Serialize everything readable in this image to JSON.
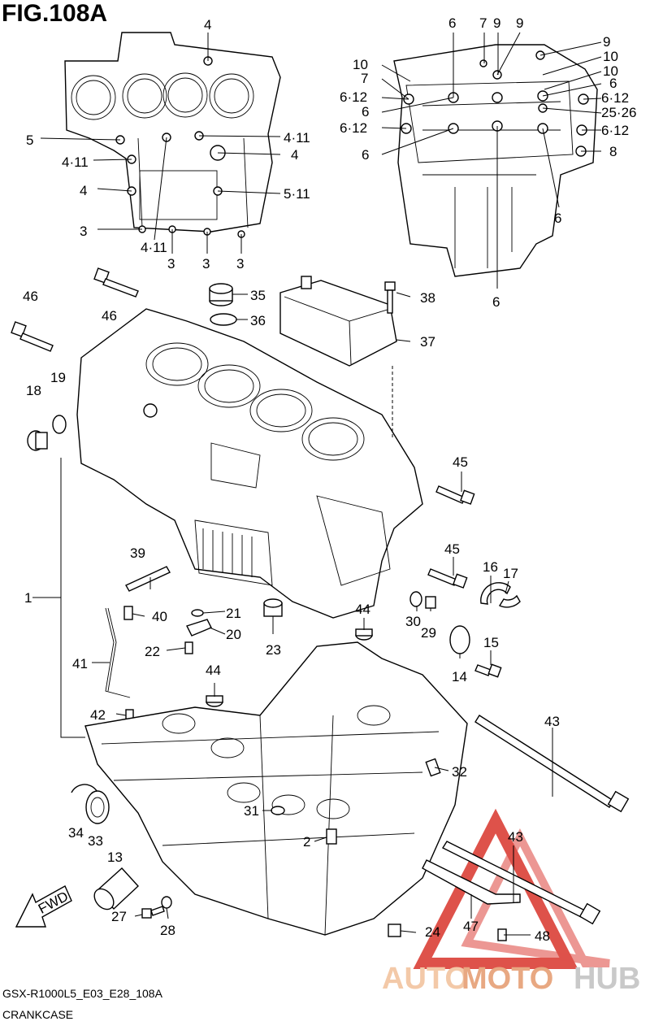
{
  "figure": {
    "title": "FIG.108A",
    "code": "GSX-R1000L5_E03_E28_108A",
    "caption": "CRANKCASE"
  },
  "watermark": {
    "part1": "AUTO",
    "part2": "MOTO",
    "part3": "HUB",
    "colors": {
      "part1": "#f3c9a8",
      "part2": "#e8a882",
      "part3": "#c9c9c9",
      "triangle": "#d9342b"
    }
  },
  "labels": {
    "l1": "1",
    "l2": "2",
    "l3a": "3",
    "l3b": "3",
    "l3c": "3",
    "l3d": "3",
    "l4a": "4",
    "l4b": "4",
    "l4c": "4",
    "l4_11a": "4·11",
    "l4_11b": "4·11",
    "l4_11c": "4·11",
    "l5": "5",
    "l5_11": "5·11",
    "l6a": "6",
    "l6b": "6",
    "l6c": "6",
    "l6d": "6",
    "l6e": "6",
    "l6f": "6",
    "l6_12a": "6·12",
    "l6_12b": "6·12",
    "l6_12c": "6·12",
    "l6_12d": "6·12",
    "l7a": "7",
    "l7b": "7",
    "l8": "8",
    "l9a": "9",
    "l9b": "9",
    "l9c": "9",
    "l10a": "10",
    "l10b": "10",
    "l25_26": "25·26",
    "l13": "13",
    "l14": "14",
    "l15": "15",
    "l16": "16",
    "l17": "17",
    "l18": "18",
    "l19": "19",
    "l20": "20",
    "l21": "21",
    "l22": "22",
    "l23": "23",
    "l24": "24",
    "l27": "27",
    "l28": "28",
    "l29": "29",
    "l30": "30",
    "l31": "31",
    "l32": "32",
    "l33": "33",
    "l34": "34",
    "l35": "35",
    "l36": "36",
    "l37": "37",
    "l38": "38",
    "l39": "39",
    "l40": "40",
    "l41": "41",
    "l42": "42",
    "l43a": "43",
    "l43b": "43",
    "l44a": "44",
    "l44b": "44",
    "l45a": "45",
    "l45b": "45",
    "l46a": "46",
    "l46b": "46",
    "l47": "47",
    "l48": "48"
  },
  "fwd_label": "FWD"
}
